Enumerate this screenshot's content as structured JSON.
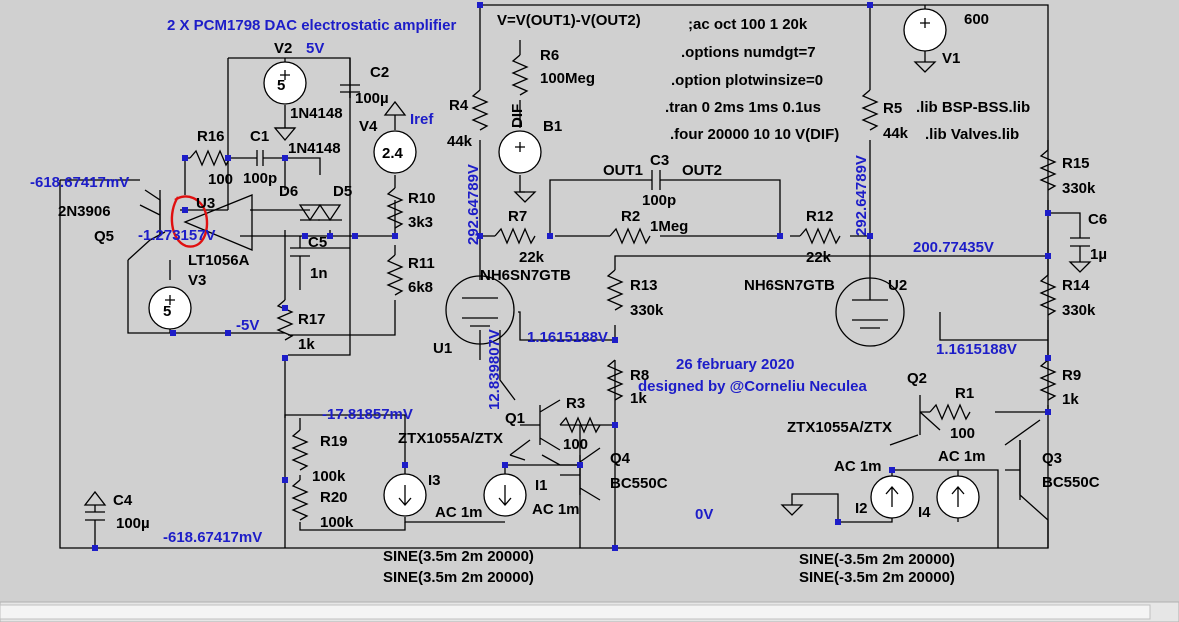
{
  "title": "2 X PCM1798 DAC electrostatic amplifier",
  "directives": {
    "formula": "V=V(OUT1)-V(OUT2)",
    "ac": ";ac oct 100 1 20k",
    "numdgt": ".options numdgt=7",
    "plotwin": ".option plotwinsize=0",
    "tran": ".tran 0 2ms 1ms 0.1us",
    "four": ".four 20000 10 10 V(DIF)",
    "lib1": ".lib BSP-BSS.lib",
    "lib2": ".lib Valves.lib"
  },
  "notes": {
    "date": "26 february 2020",
    "author": "designed by @Corneliu Neculea"
  },
  "components": {
    "V2": "V2",
    "V2_val": "5",
    "V2_5V": "5V",
    "C2": "C2",
    "C2_val": "100µ",
    "V4": "V4",
    "V4_val": "2.4",
    "Iref": "Iref",
    "R16": "R16",
    "R16_val": "100",
    "C1": "C1",
    "C1_val": "100p",
    "D6": "D6",
    "D5": "D5",
    "D_model_top": "1N4148",
    "D_model_mid": "1N4148",
    "U3": "U3",
    "U3_model": "LT1056A",
    "C5": "C5",
    "C5_val": "1n",
    "R10": "R10",
    "R10_val": "3k3",
    "R11": "R11",
    "R11_val": "6k8",
    "Q5": "Q5",
    "Q5_model": "2N3906",
    "V3": "V3",
    "V3_val": "5",
    "m5V": "-5V",
    "R17": "R17",
    "R17_val": "1k",
    "R19": "R19",
    "R19_val": "100k",
    "R20": "R20",
    "R20_val": "100k",
    "C4": "C4",
    "C4_val": "100µ",
    "R4": "R4",
    "R4_val": "44k",
    "R6": "R6",
    "R6_val": "100Meg",
    "DIF": "DIF",
    "B1": "B1",
    "OUT1": "OUT1",
    "OUT2": "OUT2",
    "C3": "C3",
    "C3_val": "100p",
    "R7": "R7",
    "R7_val": "22k",
    "R2": "R2",
    "R2_val": "1Meg",
    "R12": "R12",
    "R12_val": "22k",
    "U1": "U1",
    "U1_model": "NH6SN7GTB",
    "U2": "U2",
    "U2_model": "NH6SN7GTB",
    "R13": "R13",
    "R13_val": "330k",
    "R8": "R8",
    "R8_val": "1k",
    "Q1": "Q1",
    "Q1_model": "ZTX1055A/ZTX",
    "R3": "R3",
    "R3_val": "100",
    "Q4": "Q4",
    "Q4_model": "BC550C",
    "I3": "I3",
    "I1": "I1",
    "I1_ac": "AC 1m",
    "I3_ac": "AC 1m",
    "R5": "R5",
    "R5_val": "44k",
    "V1": "V1",
    "V1_val": "600",
    "R15": "R15",
    "R15_val": "330k",
    "C6": "C6",
    "C6_val": "1µ",
    "R14": "R14",
    "R14_val": "330k",
    "R9": "R9",
    "R9_val": "1k",
    "Q2": "Q2",
    "Q2_model": "ZTX1055A/ZTX",
    "R1": "R1",
    "R1_val": "100",
    "Q3": "Q3",
    "Q3_model": "BC550C",
    "I2": "I2",
    "I4": "I4",
    "I2_ac": "AC 1m",
    "I4_ac": "AC 1m"
  },
  "nets": {
    "q5_base": "-618.67417mV",
    "u3_in": "-1.273157V",
    "i3_node": "-17.81857mV",
    "bottom_rail": "-618.67417mV",
    "ground": "0V",
    "u1_plate": "292.64789V",
    "u2_plate": "292.64789V",
    "r14_top": "200.77435V",
    "u1_cath": "1.1615188V",
    "u2_cath": "1.1615188V",
    "u1_grid": "12.839807V"
  },
  "sources": {
    "s1a": "SINE(3.5m 2m 20000)",
    "s1b": "SINE(3.5m 2m 20000)",
    "s2a": "SINE(-3.5m 2m 20000)",
    "s2b": "SINE(-3.5m 2m 20000)"
  }
}
